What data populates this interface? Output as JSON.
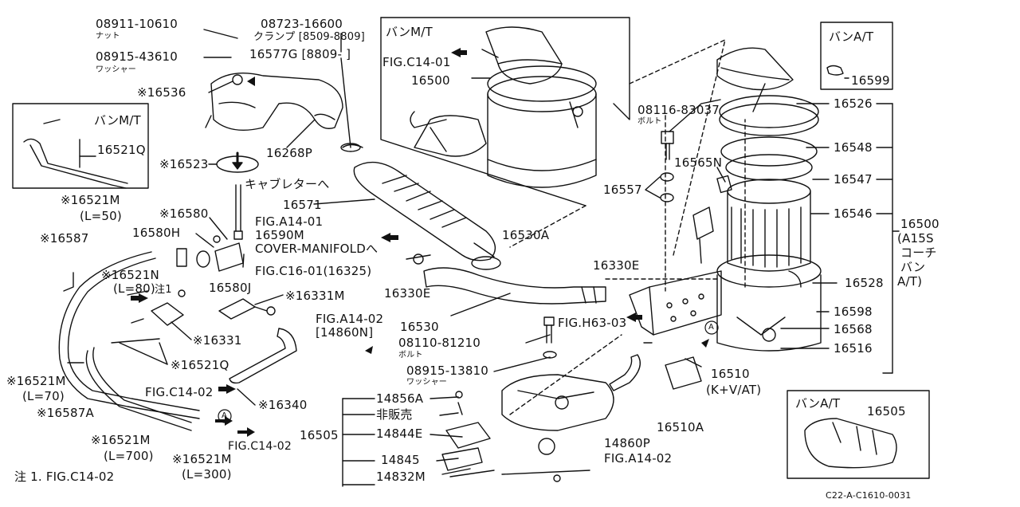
{
  "labels": {
    "p08911": "08911-10610",
    "p08911_sub": "ナット",
    "p08723": "08723-16600",
    "p08723_sub": "クランプ [8509-8809]",
    "p08915a": "08915-43610",
    "p08915a_sub": "ワッシャー",
    "p16577g": "16577G [8809-  ]",
    "p16536": "※16536",
    "p16268p": "16268P",
    "p16523": "※16523",
    "carb": "キャブレターへ",
    "p16521q_a": "16521Q",
    "p16521m_a": "※16521M",
    "l50": "(L=50)",
    "p16580": "※16580",
    "p16580h": "16580H",
    "p16587a": "※16587",
    "p16521n": "※16521N",
    "l80": "(L=80)",
    "note1": "注1",
    "p16580j": "16580J",
    "p16571": "16571",
    "figA1401": "FIG.A14-01",
    "p16590m": "16590M",
    "covermani": "COVER-MANIFOLDへ",
    "figC1601": "FIG.C16-01(16325)",
    "p16331m": "※16331M",
    "p16331": "※16331",
    "p16521q_b": "※16521Q",
    "p16521m_b": "※16521M",
    "l70": "(L=70)",
    "p16587b": "※16587A",
    "figC1402a": "FIG.C14-02",
    "p16340": "※16340",
    "p16521m_c": "※16521M",
    "l700": "(L=700)",
    "p16521m_d": "※16521M",
    "l300": "(L=300)",
    "figC1402b": "FIG.C14-02",
    "circleA1": "A",
    "footnote": "注 1. FIG.C14-02",
    "p16330e_a": "16330E",
    "p16530a": "16530A",
    "p16530": "16530",
    "figA1402": "FIG.A14-02",
    "p14860n": "[14860N]",
    "p08110": "08110-81210",
    "p08110_sub": "ボルト",
    "p08915b": "08915-13810",
    "p08915b_sub": "ワッシャー",
    "p14856a": "14856A",
    "hanbai": "非販売",
    "p16505a": "16505",
    "p14844e": "14844E",
    "p14845": "14845",
    "p14832m": "14832M",
    "p14860p": "14860P",
    "figA1402b": "FIG.A14-02",
    "p16510a": "16510A",
    "figH6303": "FIG.H63-03",
    "p16330e_b": "16330E",
    "circleA2": "A",
    "van_mt_1": "バンM/T",
    "figC1401": "FIG.C14-01",
    "p16500a": "16500",
    "p08116": "08116-83037",
    "p08116_sub": "ボルト",
    "p16565n": "16565N",
    "p16557": "16557",
    "van_at_1": "バンA/T",
    "p16599": "16599",
    "p16526": "16526",
    "p16548": "16548",
    "p16547": "16547",
    "p16546": "16546",
    "p16500b": "16500",
    "a15s": "(A15S",
    "coach": "コーチ",
    "van": "バン",
    "at": "A/T)",
    "p16528": "16528",
    "p16598": "16598",
    "p16568": "16568",
    "p16516": "16516",
    "p16510": "16510",
    "kvat": "(K+V/AT)",
    "van_at_2": "バンA/T",
    "p16505b": "16505",
    "van_mt_2": "バンM/T",
    "p16521q_c": "16521Q",
    "code": "C22-A-C1610-0031"
  }
}
